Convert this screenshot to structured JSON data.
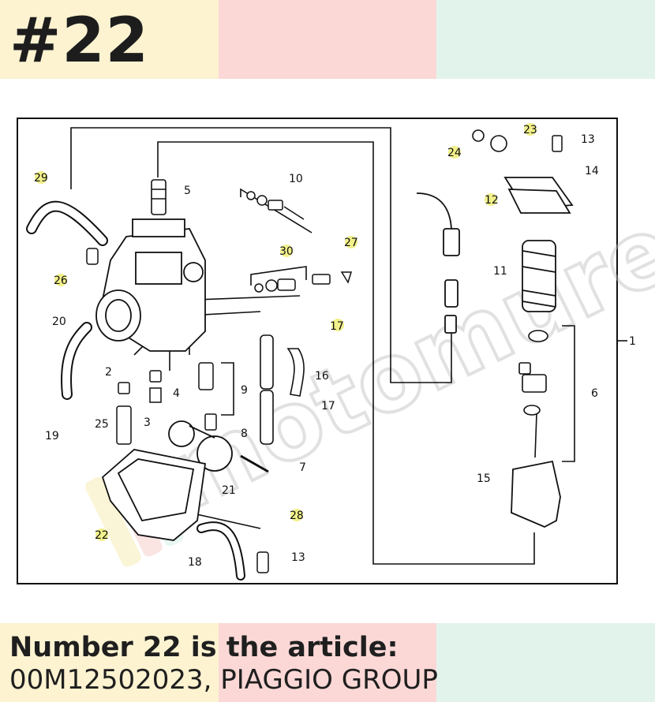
{
  "header": {
    "number": "#22"
  },
  "caption": {
    "line1": "Number 22 is the article:",
    "line2": "00M12502023, PIAGGIO GROUP"
  },
  "colors": {
    "band_yellow": "#fdf3d1",
    "band_pink": "#fbd8d6",
    "band_mint": "#e2f3ec",
    "ink": "#1d1d1d"
  },
  "diagram": {
    "part_labels": [
      "1",
      "2",
      "3",
      "4",
      "5",
      "6",
      "7",
      "8",
      "9",
      "10",
      "11",
      "12",
      "13",
      "13",
      "14",
      "15",
      "16",
      "17",
      "17",
      "18",
      "19",
      "20",
      "21",
      "22",
      "23",
      "24",
      "25",
      "26",
      "27",
      "28",
      "29",
      "30"
    ],
    "watermark": "motomurec"
  }
}
